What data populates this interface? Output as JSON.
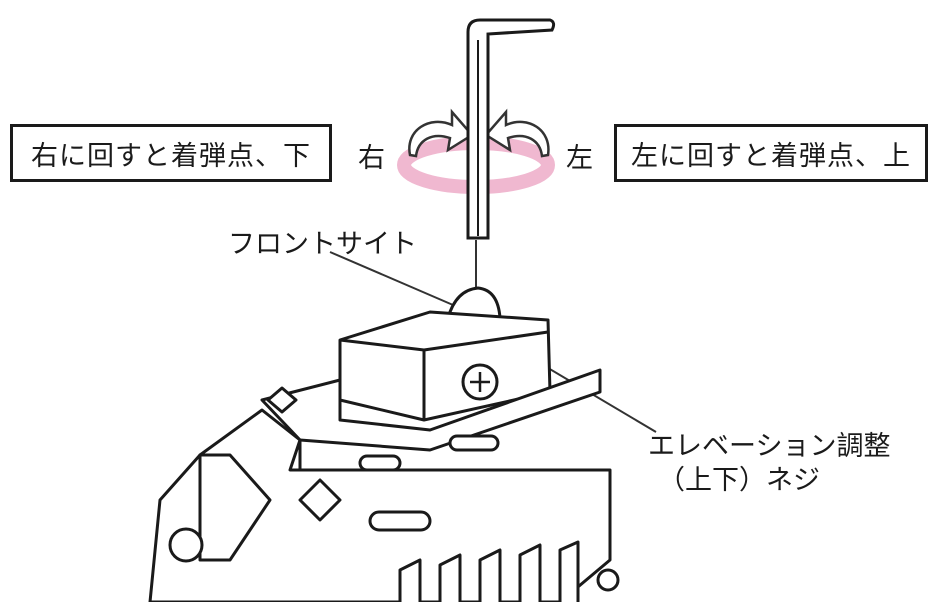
{
  "rotation": {
    "right_caption": "右に回すと着弾点、下",
    "left_caption": "左に回すと着弾点、上",
    "right_label": "右",
    "left_label": "左",
    "arrow_color": "#f0b8d0"
  },
  "callouts": {
    "front_sight": "フロントサイト",
    "elevation_screw_line1": "エレベーション調整",
    "elevation_screw_line2": "（上下）ネジ"
  },
  "icons": [
    "hex-key-icon",
    "rotate-right-arrow-icon",
    "rotate-left-arrow-icon",
    "screw-icon"
  ]
}
